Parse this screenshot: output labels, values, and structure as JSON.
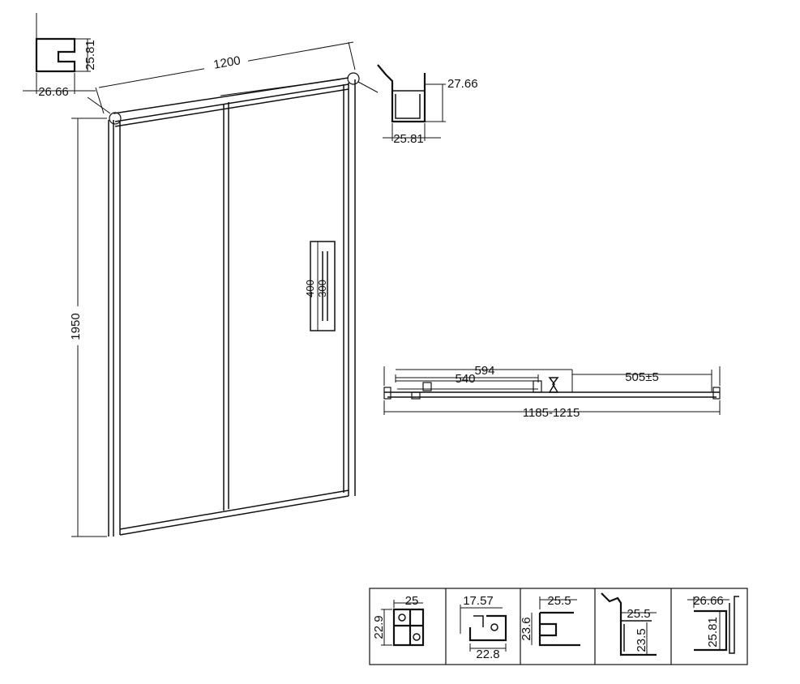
{
  "dimensions": {
    "width": "1200",
    "height": "1950",
    "handle_outer": "400",
    "handle_inner": "300",
    "top_profile_height": "25.81",
    "top_profile_width": "26.66",
    "corner_profile_height": "27.66",
    "corner_profile_width": "25.81",
    "plan_panel_1": "594",
    "plan_panel_2": "540",
    "plan_opening": "505±5",
    "plan_total": "1185-1215"
  },
  "profiles": [
    {
      "dim_a": "25",
      "dim_b": "22.9"
    },
    {
      "dim_a": "17.57",
      "dim_b": "22.8"
    },
    {
      "dim_a": "25.5",
      "dim_b": "23.6"
    },
    {
      "dim_a": "25.5",
      "dim_b": "23.5"
    },
    {
      "dim_a": "26.66",
      "dim_b": "25.81"
    }
  ]
}
